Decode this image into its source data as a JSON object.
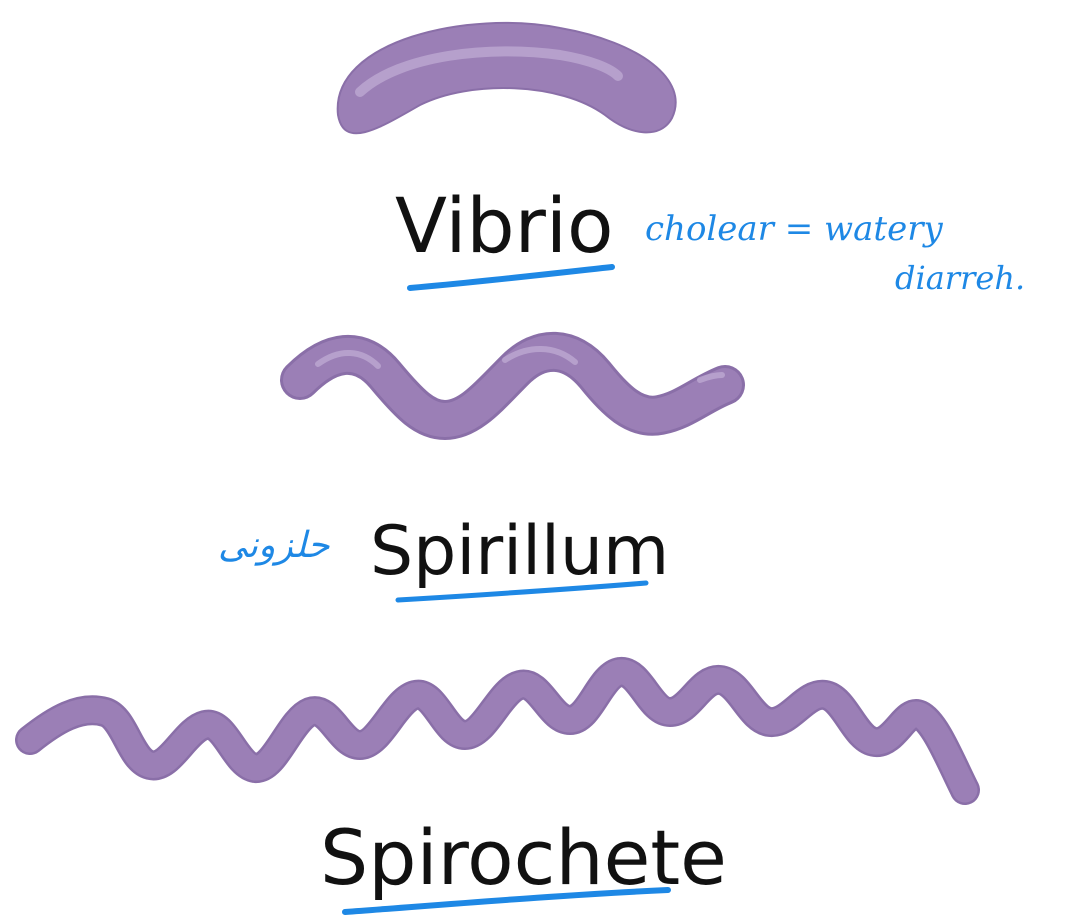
{
  "colors": {
    "bacterium_fill": "#9b7fb6",
    "bacterium_dark": "#7f65a0",
    "bacterium_highlight": "#b8a1cf",
    "annotation_ink": "#1e88e5",
    "label_text": "#111111"
  },
  "bacteria": [
    {
      "id": "vibrio",
      "label": "Vibrio",
      "shape": "comma",
      "annotation": {
        "line1": "cholear = watery",
        "line2": "diarreh."
      }
    },
    {
      "id": "spirillum",
      "label": "Spirillum",
      "shape": "spiral",
      "annotation": {
        "line1": "حلزونى"
      }
    },
    {
      "id": "spirochete",
      "label": "Spirochete",
      "shape": "helical",
      "annotation": null
    }
  ]
}
